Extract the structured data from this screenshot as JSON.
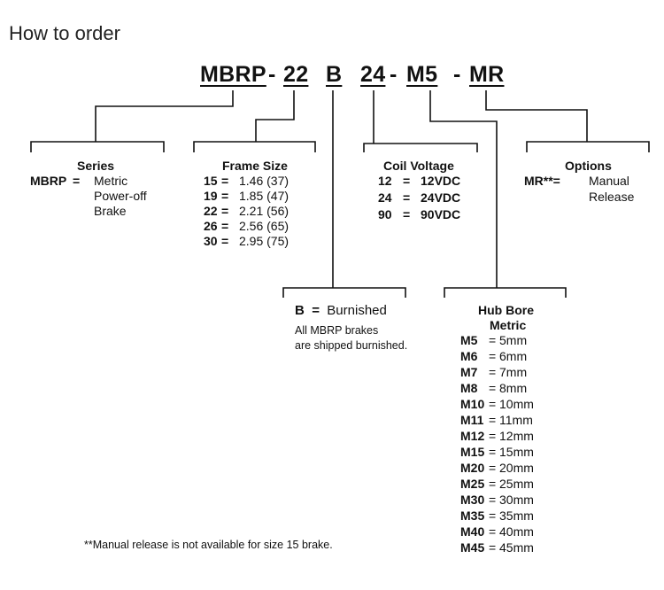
{
  "heading": "How to order",
  "part_number": {
    "series": "MBRP",
    "sep1": "-",
    "frame": "22",
    "burnish": "B",
    "voltage": "24",
    "sep2": "-",
    "bore": "M5",
    "sep3": "-",
    "option": "MR"
  },
  "series": {
    "title": "Series",
    "code": "MBRP",
    "eq": "=",
    "lines": [
      "Metric",
      "Power-off",
      "Brake"
    ]
  },
  "frame_size": {
    "title": "Frame Size",
    "rows": [
      {
        "code": "15",
        "eq": "=",
        "value": "1.46 (37)"
      },
      {
        "code": "19",
        "eq": "=",
        "value": "1.85 (47)"
      },
      {
        "code": "22",
        "eq": "=",
        "value": "2.21 (56)"
      },
      {
        "code": "26",
        "eq": "=",
        "value": "2.56 (65)"
      },
      {
        "code": "30",
        "eq": "=",
        "value": "2.95 (75)"
      }
    ]
  },
  "coil_voltage": {
    "title": "Coil Voltage",
    "rows": [
      {
        "code": "12",
        "eq": "=",
        "value": "12VDC"
      },
      {
        "code": "24",
        "eq": "=",
        "value": "24VDC"
      },
      {
        "code": "90",
        "eq": "=",
        "value": "90VDC"
      }
    ]
  },
  "options": {
    "title": "Options",
    "code": "MR**=",
    "lines": [
      "Manual",
      "Release"
    ]
  },
  "burnished": {
    "code": "B",
    "eq": "=",
    "value": "Burnished",
    "note_lines": [
      "All MBRP brakes",
      "are shipped burnished."
    ]
  },
  "hub_bore": {
    "title": "Hub Bore",
    "subtitle": "Metric",
    "rows": [
      {
        "code": "M5",
        "eq": "=",
        "value": "5mm"
      },
      {
        "code": "M6",
        "eq": "=",
        "value": "6mm"
      },
      {
        "code": "M7",
        "eq": "=",
        "value": "7mm"
      },
      {
        "code": "M8",
        "eq": "=",
        "value": "8mm"
      },
      {
        "code": "M10",
        "eq": "=",
        "value": "10mm"
      },
      {
        "code": "M11",
        "eq": "=",
        "value": "11mm"
      },
      {
        "code": "M12",
        "eq": "=",
        "value": "12mm"
      },
      {
        "code": "M15",
        "eq": "=",
        "value": "15mm"
      },
      {
        "code": "M20",
        "eq": "=",
        "value": "20mm"
      },
      {
        "code": "M25",
        "eq": "=",
        "value": "25mm"
      },
      {
        "code": "M30",
        "eq": "=",
        "value": "30mm"
      },
      {
        "code": "M35",
        "eq": "=",
        "value": "35mm"
      },
      {
        "code": "M40",
        "eq": "=",
        "value": "40mm"
      },
      {
        "code": "M45",
        "eq": "=",
        "value": "45mm"
      }
    ]
  },
  "footnote": "**Manual release is not available for size 15 brake."
}
